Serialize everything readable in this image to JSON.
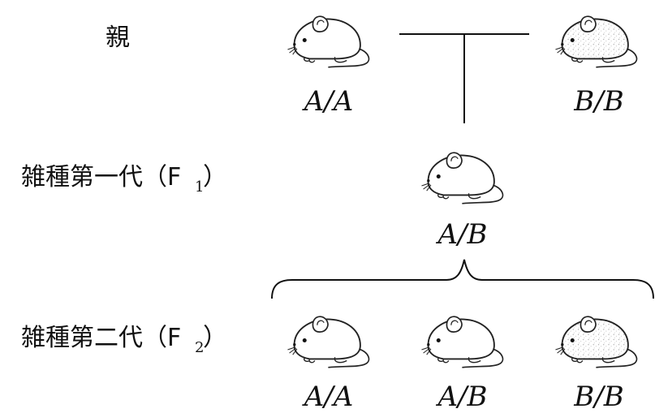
{
  "rows": {
    "parents_label": "親",
    "f1_label": "雑種第一代",
    "f1_gen_text": "（F",
    "f1_sub": "1",
    "f1_close": "）",
    "f2_label": "雑種第二代",
    "f2_gen_text": "（F",
    "f2_sub": "2",
    "f2_close": "）"
  },
  "genotypes": {
    "parent_left": "A/A",
    "parent_right": "B/B",
    "f1": "A/B",
    "f2_left": "A/A",
    "f2_middle": "A/B",
    "f2_right": "B/B"
  },
  "mice": [
    {
      "id": "parent-left",
      "coat": "white"
    },
    {
      "id": "parent-right",
      "coat": "speckled"
    },
    {
      "id": "f1",
      "coat": "white"
    },
    {
      "id": "f2-left",
      "coat": "white"
    },
    {
      "id": "f2-middle",
      "coat": "white"
    },
    {
      "id": "f2-right",
      "coat": "speckled"
    }
  ],
  "colors": {
    "ink": "#111111",
    "speckle": "#9a9a9a"
  }
}
